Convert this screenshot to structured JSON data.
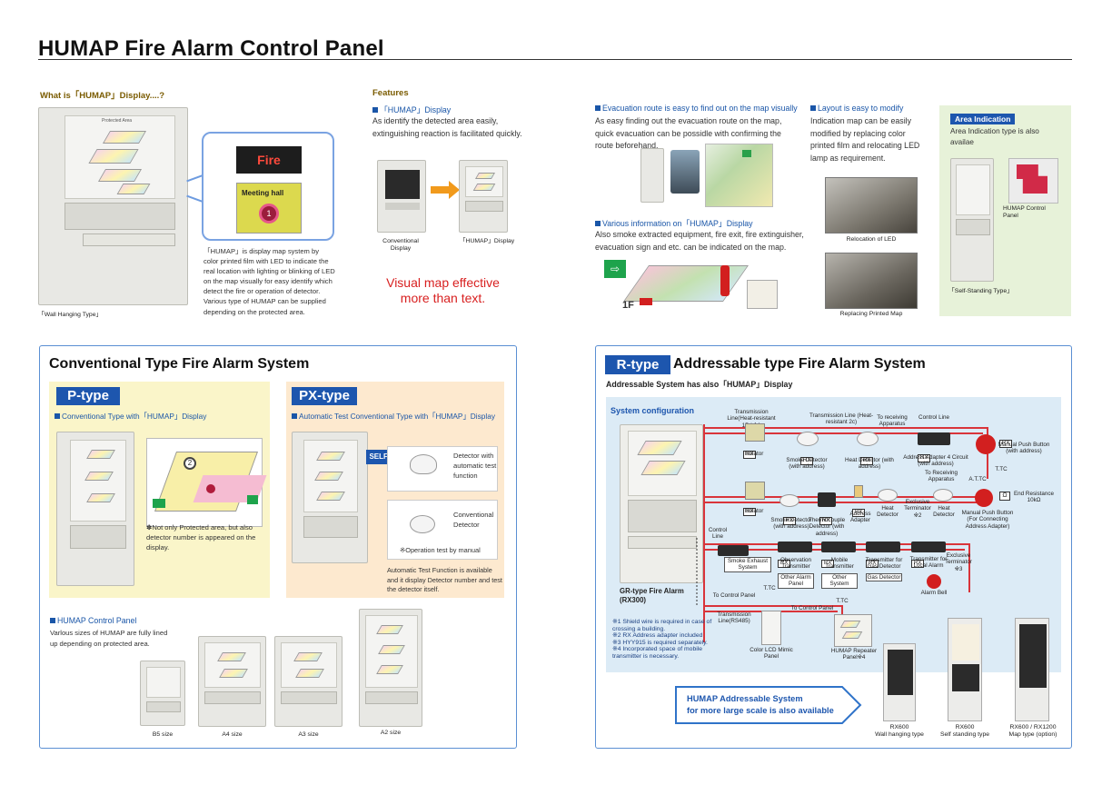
{
  "page_title": "HUMAP Fire Alarm Control Panel",
  "what_is": {
    "heading": "What is「HUMAP」Display....?",
    "fire_label": "Fire",
    "meeting_hall": "Meeting hall",
    "marker": "1",
    "protected_area": "Protected Area",
    "description": "「HUMAP」is display map system by color printed film with LED to indicate the real location with lighting or blinking of LED on the map visually for easy identify which detect the fire or operation of detector. Various type of HUMAP can be supplied depending on the protected area.",
    "caption": "「Wall Hanging Type」"
  },
  "features": {
    "heading": "Features",
    "humap_display": {
      "title": "「HUMAP」Display",
      "text": "As identify the detected area easily, extinguishing reaction is facilitated quickly.",
      "conventional_caption": "Conventional Display",
      "humap_caption": "「HUMAP」Display"
    },
    "slogan_line1": "Visual map effective",
    "slogan_line2": "more than text.",
    "evacuation": {
      "title": "Evacuation route is easy to find out on the map visually",
      "text": "As easy finding out the evacuation route on the map, quick evacuation can be possidle with confirming the route beforehand."
    },
    "various_info": {
      "title": "Various information on「HUMAP」Display",
      "text": "Also smoke extracted equipment, fire exit, fire extinguisher, evacuation sign and etc. can be indicated on the map.",
      "floor": "1F"
    },
    "layout": {
      "title": "Layout is easy to modify",
      "text": "Indication map can be easily modified by replacing color printed film and relocating LED lamp as requirement.",
      "relocation_caption": "Relocation of LED",
      "replacing_caption": "Replacing Printed Map"
    },
    "area_indication": {
      "badge": "Area Indication",
      "text": "Area Indication type is also availae",
      "panel_label": "HUMAP Control Panel",
      "caption": "「Self-Standing Type」"
    }
  },
  "conventional": {
    "heading": "Conventional Type Fire Alarm System",
    "p_type": {
      "badge": "P-type",
      "subtitle": "Conventional Type with「HUMAP」Display",
      "map_marker": "2",
      "note": "✽Not only Protected area, but also detector number is appeared on the display."
    },
    "px_type": {
      "badge": "PX-type",
      "subtitle": "Automatic Test Conventional Type with「HUMAP」Display",
      "self_test": "SELF TEST",
      "detector_auto": "Detector with automatic test function",
      "conventional_detector": "Conventional Detector",
      "manual_note": "※Operation test by manual",
      "bottom_text": "Automatic Test Function is available and it display Detector number and test the detector itself."
    },
    "control_panel": {
      "title": "HUMAP Control Panel",
      "text": "Varlous sizes of HUMAP are fully lined up depending on protected area.",
      "sizes": [
        "B5 size",
        "A4 size",
        "A3 size",
        "A2 size"
      ]
    }
  },
  "rtype": {
    "badge": "R-type",
    "heading": "Addressable type Fire Alarm System",
    "subheading": "Addressable System has also「HUMAP」Display",
    "config_title": "System configuration",
    "labels": {
      "transmission_line_1": "Transmission Line(Heat-resistant 1Pr)※1",
      "transmission_line_2": "Transmission Line (Heat-resistant 2c)",
      "to_receiving": "To receiving Apparatus",
      "control_line": "Control Line",
      "isolator_1": "Isolator",
      "smoke_detector_addr": "Smoke Detector (with address)",
      "heat_detector_addr": "Heat Detector (with address)",
      "address_adapter_4": "Address Adapter 4 Circuit (with address)",
      "manual_push_button": "Manual Push Button (with address)",
      "to_receiving_2": "To Receiving Apparatus",
      "atc": "A.T.TC",
      "ttc": "T.TC",
      "end_resistance": "End Resistance 10kΩ",
      "isolator_2": "Isolator",
      "smoke_detector_2": "Smoke Detector (with address)",
      "thermocouple": "Thermocouple Detector (with address)",
      "address_adapter": "Address Adapter",
      "heat_detector_1": "Heat Detector",
      "exclusive_terminator_2": "Exclusive Terminator ※2",
      "heat_detector_2": "Heat Detector",
      "manual_push_button_2": "Manual Push Button (For Connecting Address Adapter)",
      "control_line_2": "Control Line",
      "smoke_exhaust": "Smoke Exhaust System",
      "observation_tx": "Observation Transmitter",
      "mobile_tx": "Mobile Transmitter",
      "gas_tx": "Transmitter for Gas Detector",
      "local_alarm_tx": "Transmitter for Local Alarm",
      "exclusive_terminator_3": "Exclusive Terminator ※3",
      "other_alarm": "Other Alarm Panel",
      "other_system": "Other System",
      "gas_detector": "Gas Detector",
      "alarm_bell": "Alarm Bell",
      "to_control_panel_1": "To Control Panel",
      "to_control_panel_2": "To Control Panel",
      "transmission_rs485": "Transmission Line(RS485)",
      "color_lcd": "Color LCD Mimic Panel",
      "humap_repeater": "HUMAP Repeater Panel※4",
      "gr_type": "GR-type Fire Alarm (RX300)",
      "rx": "RX"
    },
    "notes": [
      "※1  Shield wire is required in case of crossing a building.",
      "※2  RX Address adapter included",
      "※3  HYY915 is required separately.",
      "※4  Incorporated space of mobile transmitter is necessary."
    ],
    "arrow_text_line1": "HUMAP Addressable System",
    "arrow_text_line2": "for more large scale is also available",
    "models": [
      {
        "name": "RX600",
        "type": "Wall hanging type"
      },
      {
        "name": "RX600",
        "type": "Self standing type"
      },
      {
        "name": "RX600 / RX1200",
        "type": "Map type (option)"
      }
    ]
  },
  "colors": {
    "blue_badge": "#1d56ae",
    "red_text": "#d82020",
    "yellow_bg": "#faf5c9",
    "peach_bg": "#fde9cf",
    "config_bg": "#dcebf6",
    "wire_red": "#d9343a",
    "area_bg": "#e7f2d9"
  }
}
